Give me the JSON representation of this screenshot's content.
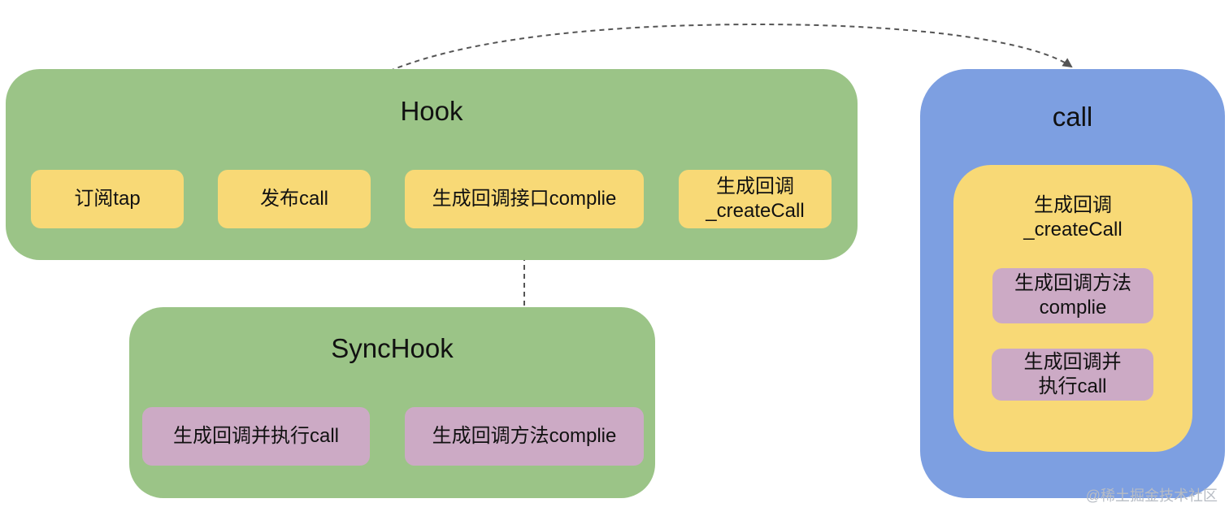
{
  "hook": {
    "title": "Hook",
    "items": [
      "订阅tap",
      "发布call",
      "生成回调接口complie",
      "生成回调\n_createCall"
    ]
  },
  "synchook": {
    "title": "SyncHook",
    "items": [
      "生成回调并执行call",
      "生成回调方法complie"
    ]
  },
  "call": {
    "title": "call",
    "inner_title": "生成回调\n_createCall",
    "items": [
      "生成回调方法\ncomplie",
      "生成回调并\n执行call"
    ]
  },
  "watermark": "@稀土掘金技术社区",
  "colors": {
    "group_green": "#9bc487",
    "group_blue": "#7d9fe1",
    "node_yellow": "#f8d976",
    "node_pink": "#ccaac5",
    "arrow": "#555555"
  }
}
